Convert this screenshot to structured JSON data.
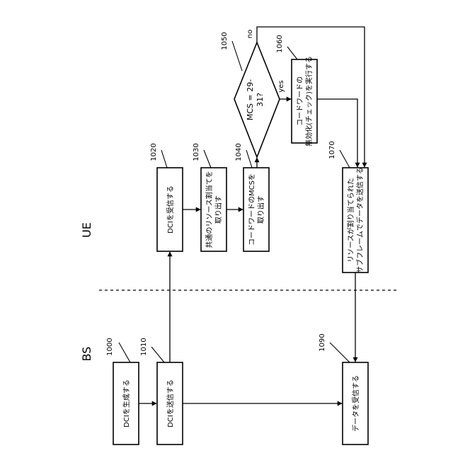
{
  "sections": {
    "bs": "BS",
    "ue": "UE"
  },
  "refs": {
    "r1000": "1000",
    "r1010": "1010",
    "r1020": "1020",
    "r1030": "1030",
    "r1040": "1040",
    "r1050": "1050",
    "r1060": "1060",
    "r1070": "1070",
    "r1090": "1090"
  },
  "boxes": {
    "generate_dci": "DCIを生成する",
    "send_dci": "DCIを送信する",
    "receive_dci": "DCIを受信する",
    "common_alloc_1": "共通のリソース割当てを",
    "common_alloc_2": "取り出す",
    "mcs_codeword_1": "コードワードのMCSを",
    "mcs_codeword_2": "取り出す",
    "disable_check_1": "コードワードの",
    "disable_check_2": "無効化(チェック)を実行する",
    "send_data_1": "リソースが割り当てられた",
    "send_data_2": "サブフレームでデータを送信する",
    "receive_data": "データを受信する"
  },
  "decision": {
    "line1": "MCS = 29-",
    "line2": "31?",
    "yes": "yes",
    "no": "no"
  }
}
